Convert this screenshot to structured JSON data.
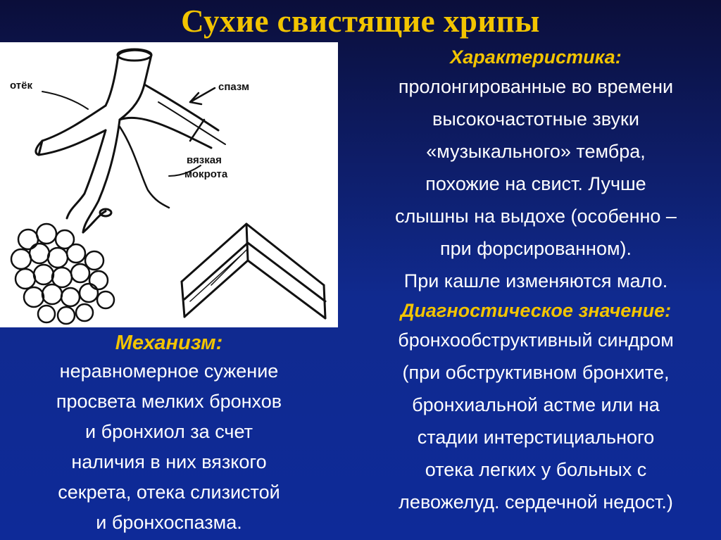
{
  "title": "Сухие свистящие хрипы",
  "figure": {
    "labels": {
      "edema": "отёк",
      "spasm": "спазм",
      "mucus_1": "вязкая",
      "mucus_2": "мокрота"
    }
  },
  "characteristic": {
    "heading": "Характеристика:",
    "lines": [
      "пролонгированные во времени",
      "высокочастотные звуки",
      "«музыкального» тембра,",
      "похожие на свист. Лучше",
      "слышны на выдохе (особенно –",
      "при форсированном).",
      "При кашле изменяются мало."
    ]
  },
  "diagnostic": {
    "heading": "Диагностическое значение:",
    "lines": [
      "бронхообструктивный синдром",
      "(при обструктивном бронхите,",
      "бронхиальной астме или на",
      "стадии интерстициального",
      "отека легких у больных с",
      "левожелуд. сердечной недост.)"
    ]
  },
  "mechanism": {
    "heading": "Механизм:",
    "lines": [
      "неравномерное сужение",
      "просвета мелких бронхов",
      "и бронхиол за счет",
      "наличия в них вязкого",
      "секрета, отека слизистой",
      "и бронхоспазма."
    ]
  }
}
